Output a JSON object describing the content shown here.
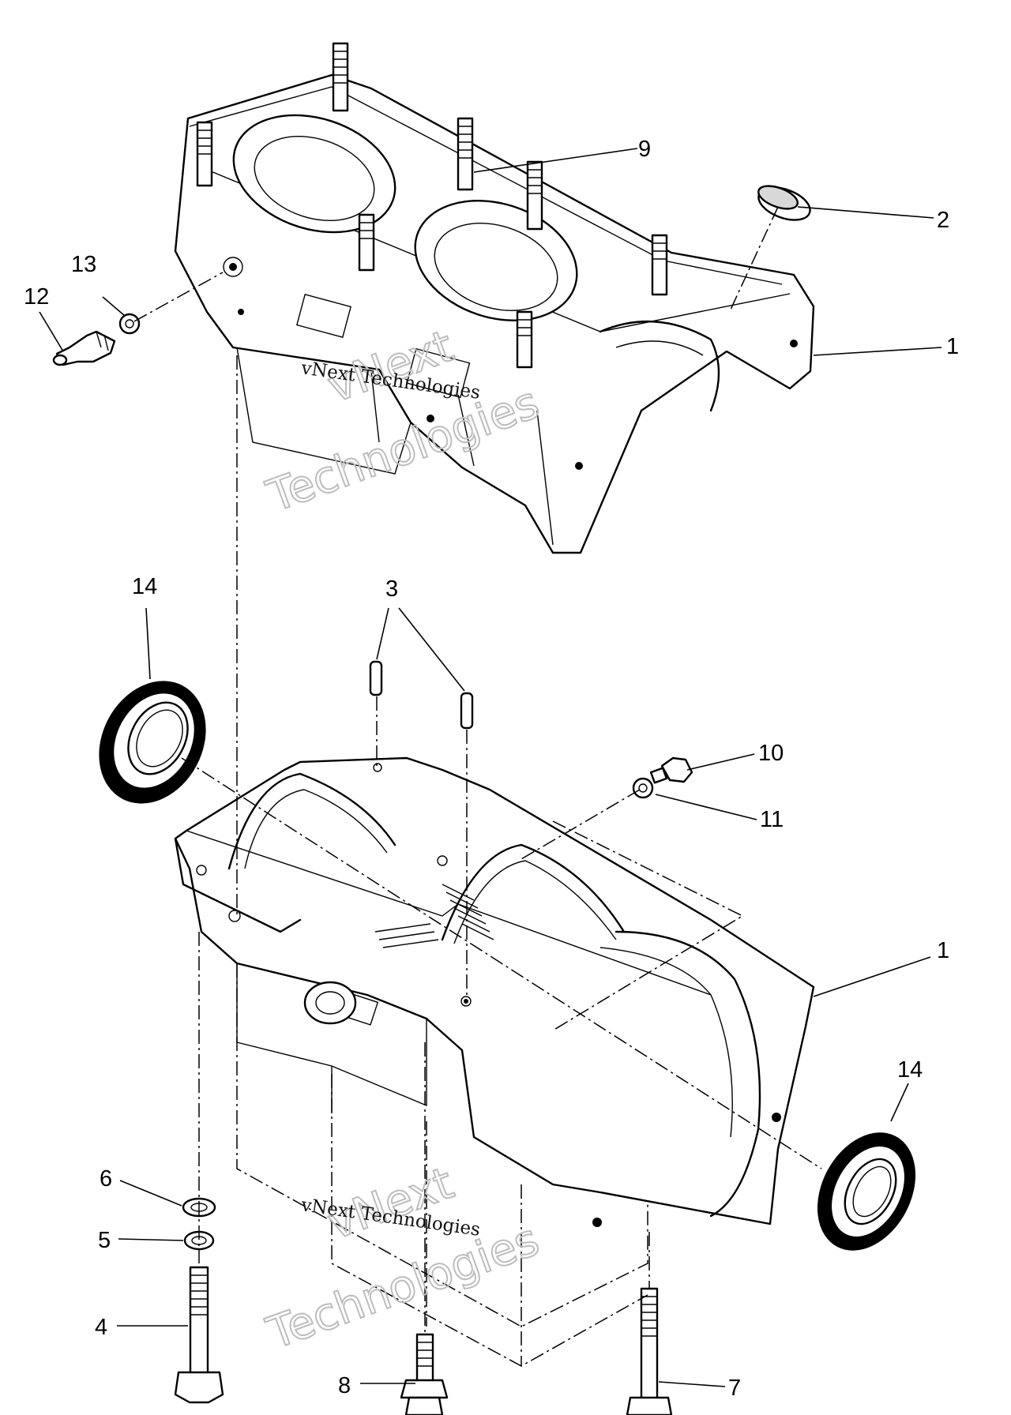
{
  "callouts": {
    "c1_upper": "1",
    "c2": "2",
    "c9": "9",
    "c12": "12",
    "c13": "13",
    "c14_left": "14",
    "c3": "3",
    "c10": "10",
    "c11": "11",
    "c1_lower": "1",
    "c14_right": "14",
    "c6": "6",
    "c5": "5",
    "c4": "4",
    "c8": "8",
    "c7": "7"
  },
  "watermarks": [
    {
      "line1": "vNext",
      "line2": "vNext Technologies",
      "line3": "Technologies"
    },
    {
      "line1": "vNext",
      "line2": "vNext Technologies",
      "line3": "Technologies"
    }
  ]
}
